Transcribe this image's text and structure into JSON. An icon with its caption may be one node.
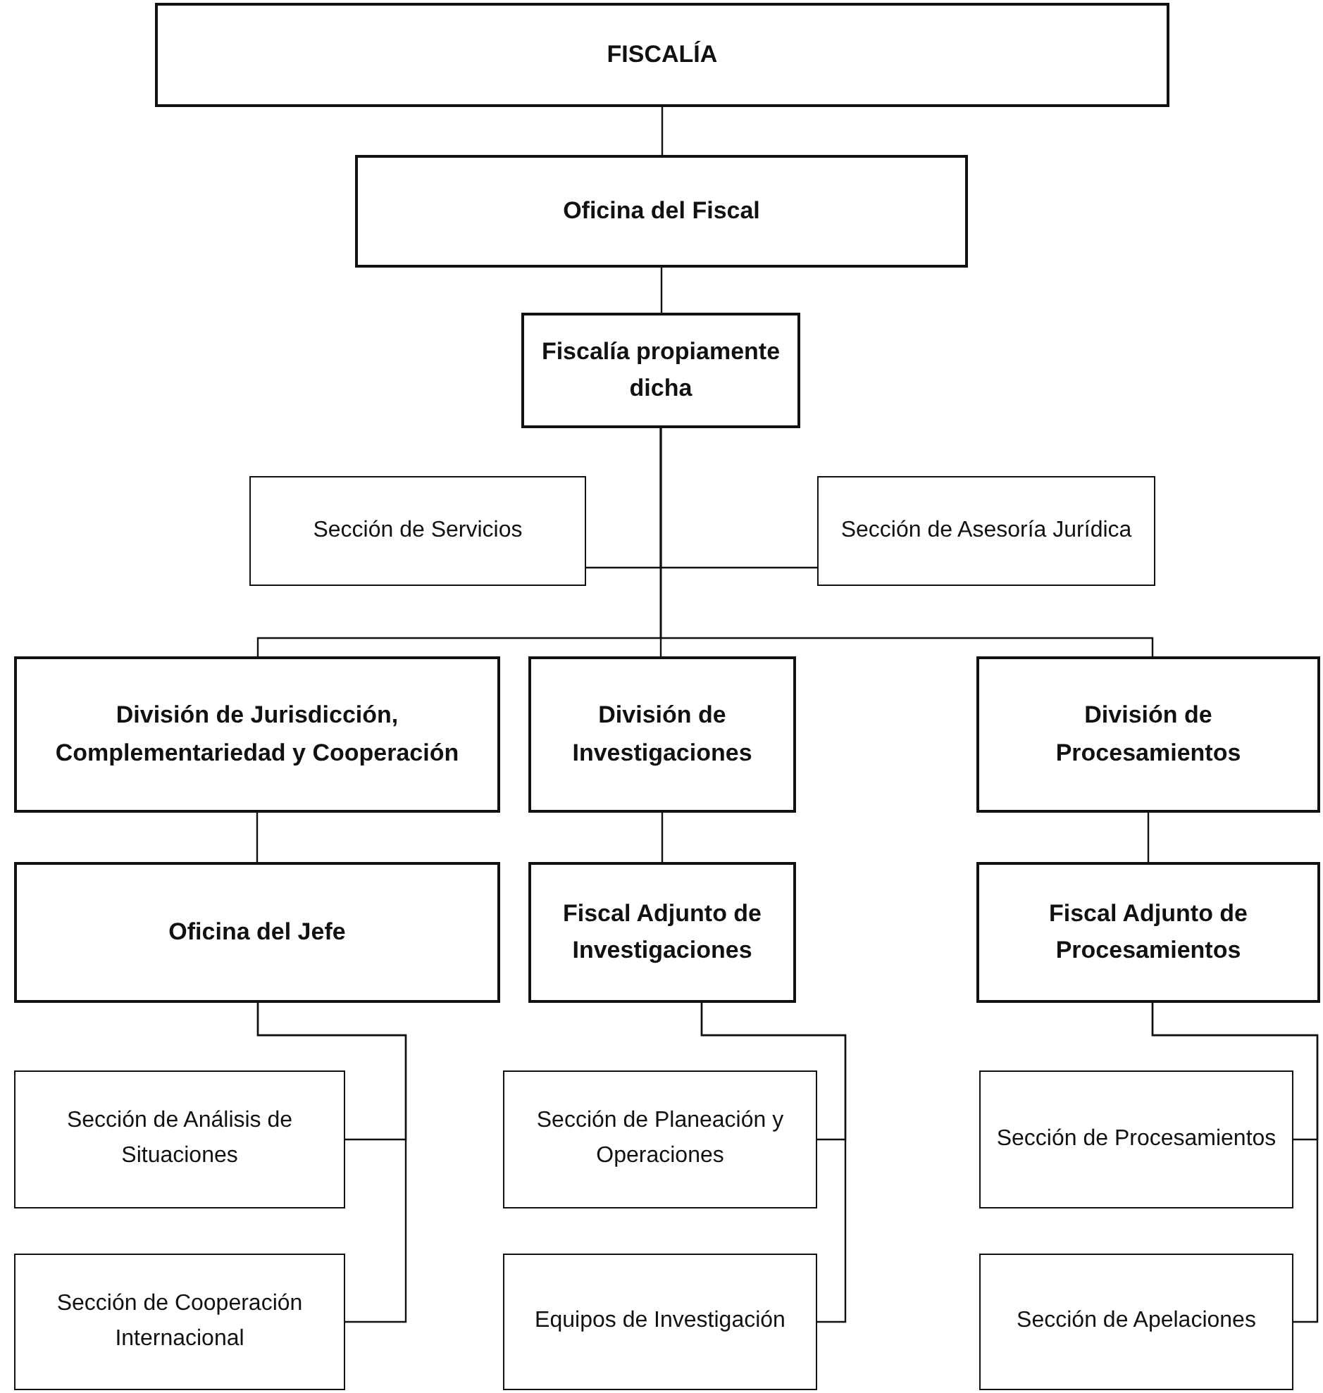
{
  "diagram": {
    "nodes": [
      {
        "text": [
          "FISCALÍA"
        ]
      },
      {
        "text": [
          "Oficina del Fiscal"
        ]
      },
      {
        "text": [
          "Fiscalía propiamente dicha"
        ]
      },
      {
        "text": [
          "Sección de Servicios"
        ]
      },
      {
        "text": [
          "Sección de Asesoría Jurídica"
        ]
      },
      {
        "text": [
          "División de Jurisdicción, Complementariedad y Cooperación"
        ]
      },
      {
        "text": [
          "División de Investigaciones"
        ]
      },
      {
        "text": [
          "División de Procesamientos"
        ]
      },
      {
        "text": [
          "Oficina del Jefe"
        ]
      },
      {
        "text": [
          "Fiscal Adjunto de Investigaciones"
        ]
      },
      {
        "text": [
          "Fiscal Adjunto de Procesamientos"
        ]
      },
      {
        "text": [
          "Sección de Análisis de Situaciones"
        ]
      },
      {
        "text": [
          "Sección de Cooperación Internacional"
        ]
      },
      {
        "text": [
          "Sección de Planeación y Operaciones"
        ]
      },
      {
        "text": [
          "Equipos de Investigación"
        ]
      },
      {
        "text": [
          "Sección de Procesamientos"
        ]
      },
      {
        "text": [
          "Sección de Apelaciones"
        ]
      }
    ],
    "edges": [
      {
        "from": 0,
        "to": 1,
        "arrow": "none"
      },
      {
        "from": 1,
        "to": 2,
        "arrow": "none"
      },
      {
        "from": 2,
        "to": 3,
        "arrow": "none"
      },
      {
        "from": 2,
        "to": 4,
        "arrow": "none"
      },
      {
        "from": 2,
        "to": 5,
        "arrow": "none"
      },
      {
        "from": 2,
        "to": 6,
        "arrow": "none"
      },
      {
        "from": 2,
        "to": 7,
        "arrow": "none"
      },
      {
        "from": 5,
        "to": 8,
        "arrow": "none"
      },
      {
        "from": 6,
        "to": 9,
        "arrow": "none"
      },
      {
        "from": 7,
        "to": 10,
        "arrow": "none"
      },
      {
        "from": 8,
        "to": 11,
        "arrow": "none"
      },
      {
        "from": 8,
        "to": 12,
        "arrow": "none"
      },
      {
        "from": 9,
        "to": 13,
        "arrow": "none"
      },
      {
        "from": 9,
        "to": 14,
        "arrow": "none"
      },
      {
        "from": 10,
        "to": 15,
        "arrow": "none"
      },
      {
        "from": 10,
        "to": 16,
        "arrow": "none"
      }
    ]
  }
}
